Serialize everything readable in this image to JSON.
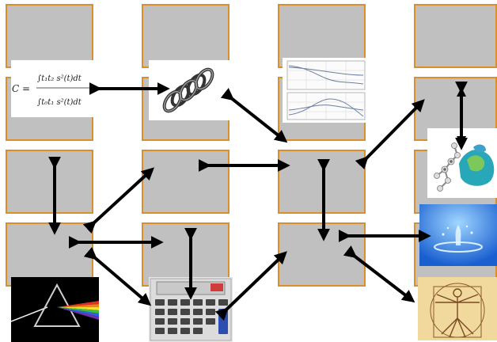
{
  "diagram": {
    "background": "#ffffff",
    "tile_fill": "#c0c0c0",
    "tile_border": "#d9902a",
    "arrow_color": "#000000"
  },
  "formula": {
    "lhs": "C =",
    "numerator": "∫t₁t₂ s²(t)dt",
    "denominator": "∫t₀t₁ s²(t)dt"
  },
  "images": [
    {
      "name": "formula-image",
      "icon": "integral-formula"
    },
    {
      "name": "spring-image",
      "icon": "coil-spring"
    },
    {
      "name": "plot-image",
      "icon": "frequency-response-plot"
    },
    {
      "name": "molecule-image",
      "icon": "molecular-surface"
    },
    {
      "name": "water-drop-image",
      "icon": "water-splash"
    },
    {
      "name": "prism-image",
      "icon": "prism-spectrum"
    },
    {
      "name": "calculator-image",
      "icon": "calculator"
    },
    {
      "name": "vitruvian-image",
      "icon": "vitruvian-man"
    }
  ]
}
